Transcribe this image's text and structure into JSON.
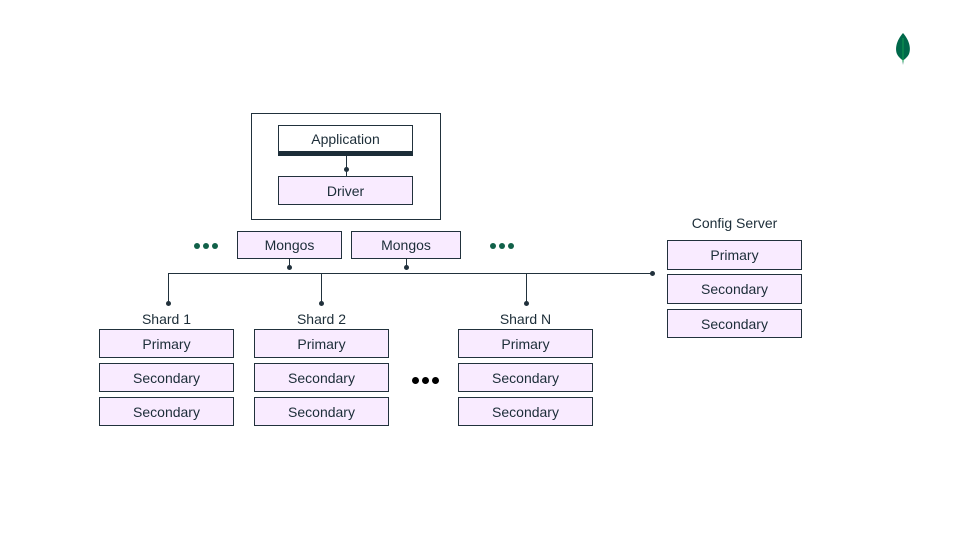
{
  "colors": {
    "node_fill": "#f9ebff",
    "node_border": "#21313c",
    "ellipsis_green": "#116149",
    "ellipsis_black": "#000000",
    "logo_green": "#00684a"
  },
  "logo": {
    "icon": "mongodb-leaf-icon"
  },
  "app_container": {
    "application": "Application",
    "driver": "Driver"
  },
  "routers": [
    "Mongos",
    "Mongos"
  ],
  "config_server": {
    "label": "Config Server",
    "members": [
      "Primary",
      "Secondary",
      "Secondary"
    ]
  },
  "shards": [
    {
      "label": "Shard 1",
      "members": [
        "Primary",
        "Secondary",
        "Secondary"
      ]
    },
    {
      "label": "Shard 2",
      "members": [
        "Primary",
        "Secondary",
        "Secondary"
      ]
    },
    {
      "label": "Shard N",
      "members": [
        "Primary",
        "Secondary",
        "Secondary"
      ]
    }
  ]
}
